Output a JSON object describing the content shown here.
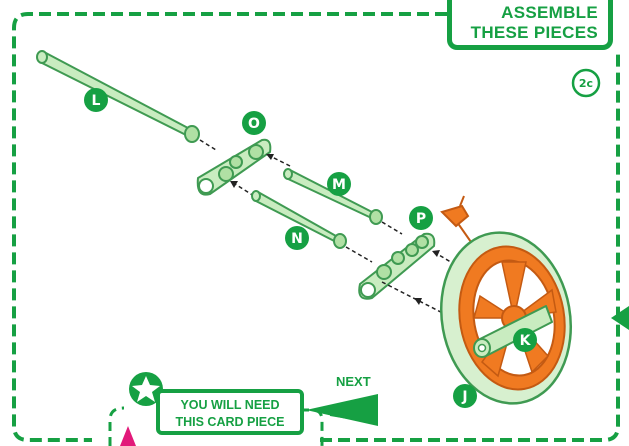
{
  "title": {
    "line1": "ASSEMBLE",
    "line2": "THESE PIECES"
  },
  "step_label": "2c",
  "next_label": "NEXT",
  "card_piece": {
    "line1": "YOU WILL NEED",
    "line2": "THIS CARD PIECE"
  },
  "pieces": {
    "L": "L",
    "M": "M",
    "N": "N",
    "O": "O",
    "P": "P",
    "K": "K",
    "J": "J"
  },
  "colors": {
    "border_green": "#16a043",
    "piece_green": "#c9ecc0",
    "piece_outline": "#3f9a52",
    "wheel_orange": "#f07a21",
    "wheel_outline": "#c45a12",
    "tire_green": "#d7f0cf",
    "badge_green": "#16a043",
    "arrow_pink": "#e2197a"
  }
}
